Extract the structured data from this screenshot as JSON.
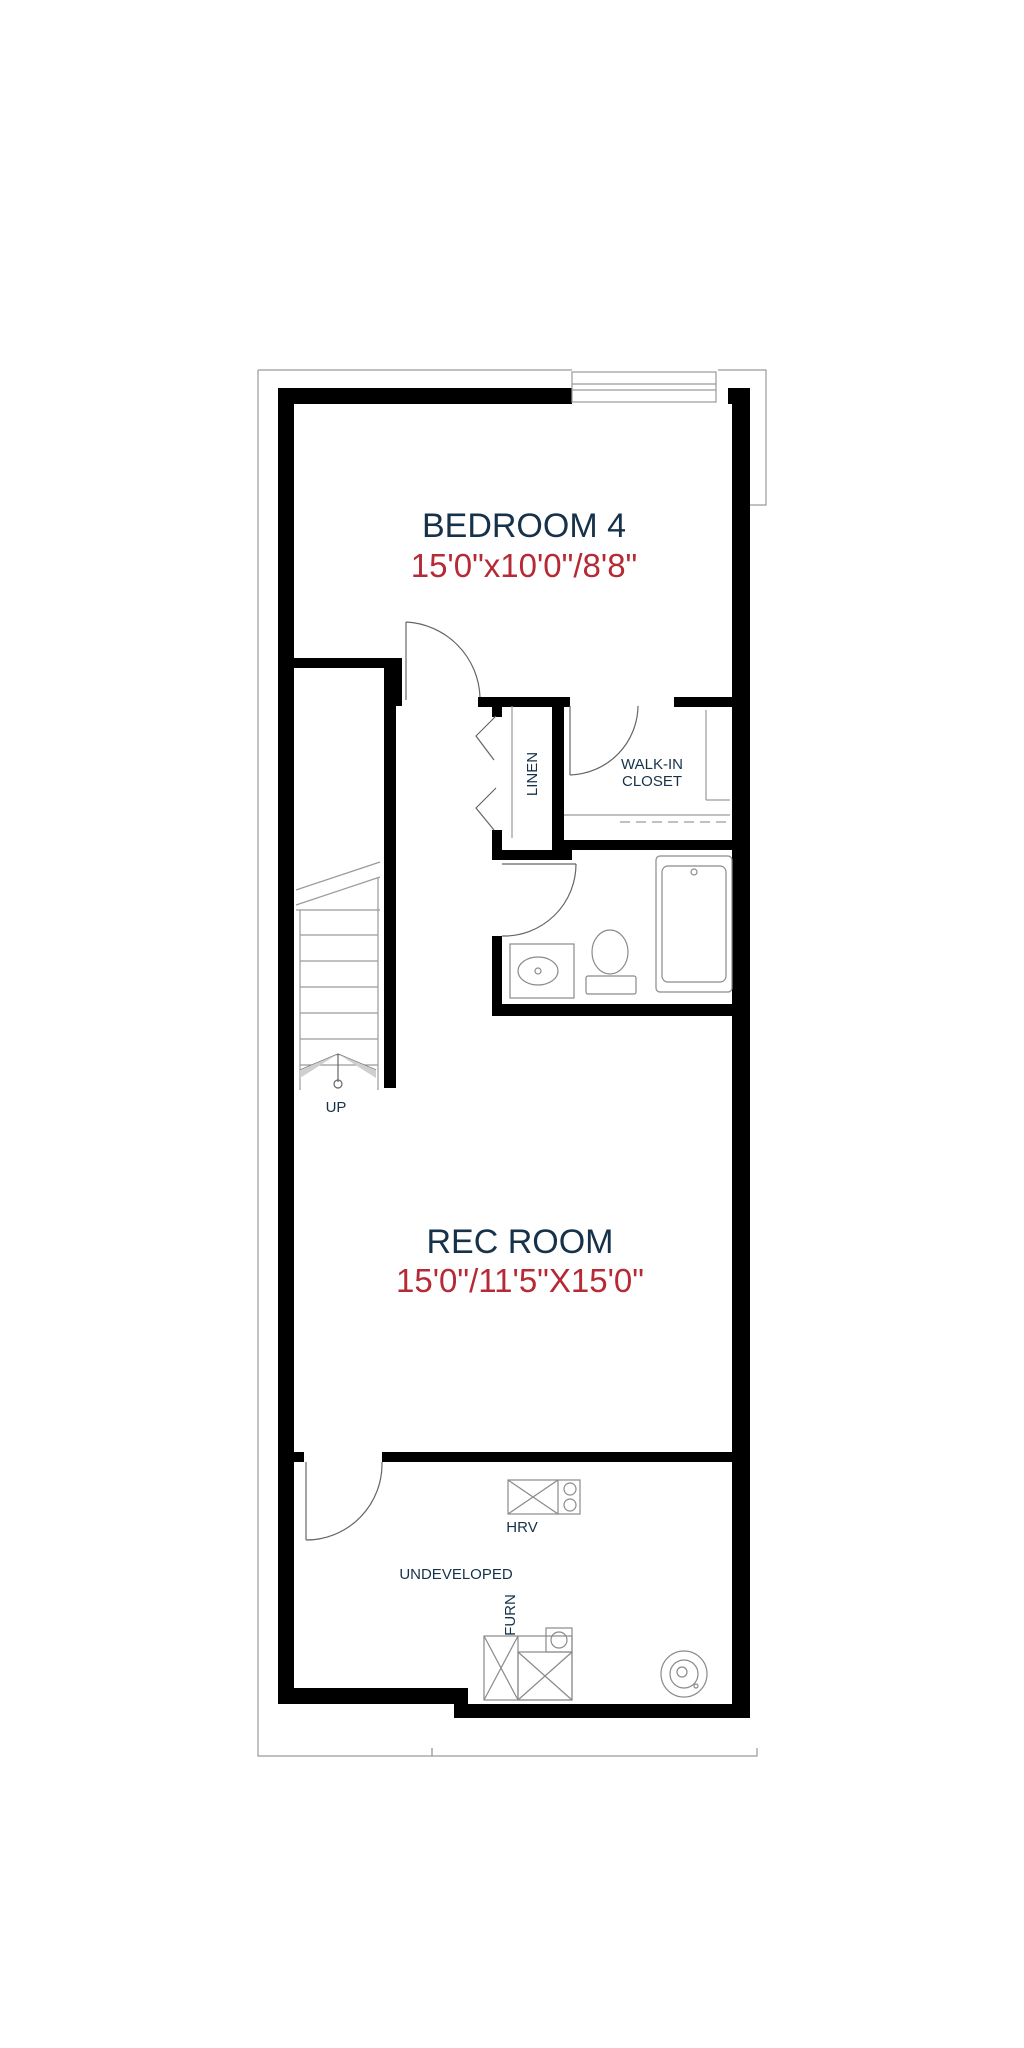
{
  "rooms": {
    "bedroom4": {
      "name": "BEDROOM 4",
      "dimensions": "15'0\"x10'0\"/8'8\""
    },
    "rec_room": {
      "name": "REC ROOM",
      "dimensions": "15'0\"/11'5\"X15'0\""
    }
  },
  "labels": {
    "linen": "LINEN",
    "walk_in_line1": "WALK-IN",
    "walk_in_line2": "CLOSET",
    "stairs": "UP",
    "hrv": "HRV",
    "undeveloped": "UNDEVELOPED",
    "furnace": "FURN"
  },
  "colors": {
    "room_name": "#16324a",
    "room_dimensions": "#b52a34",
    "walls": "#000000"
  }
}
